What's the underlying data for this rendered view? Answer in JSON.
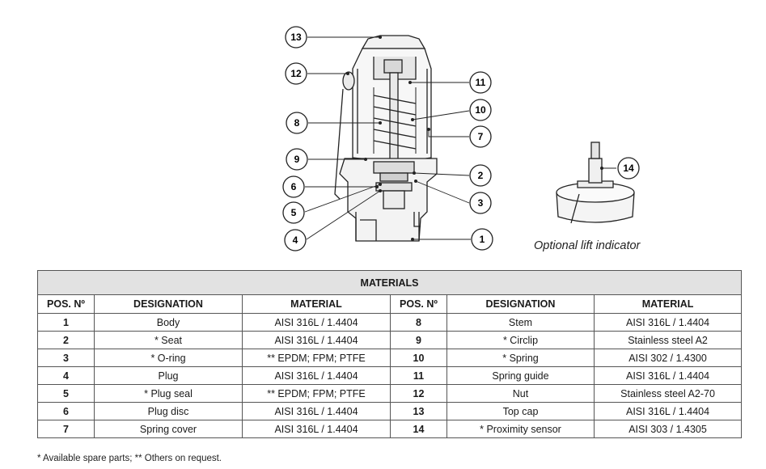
{
  "caption": "Optional lift indicator",
  "callouts": [
    "1",
    "2",
    "3",
    "4",
    "5",
    "6",
    "7",
    "8",
    "9",
    "10",
    "11",
    "12",
    "13",
    "14"
  ],
  "table": {
    "title": "MATERIALS",
    "headers": [
      "POS. Nº",
      "DESIGNATION",
      "MATERIAL",
      "POS. Nº",
      "DESIGNATION",
      "MATERIAL"
    ],
    "rows": [
      [
        "1",
        "Body",
        "AISI 316L / 1.4404",
        "8",
        "Stem",
        "AISI 316L / 1.4404"
      ],
      [
        "2",
        "* Seat",
        "AISI 316L / 1.4404",
        "9",
        "* Circlip",
        "Stainless steel A2"
      ],
      [
        "3",
        "* O-ring",
        "** EPDM; FPM; PTFE",
        "10",
        "* Spring",
        "AISI 302 / 1.4300"
      ],
      [
        "4",
        "Plug",
        "AISI 316L / 1.4404",
        "11",
        "Spring guide",
        "AISI 316L / 1.4404"
      ],
      [
        "5",
        "* Plug seal",
        "** EPDM; FPM; PTFE",
        "12",
        "Nut",
        "Stainless steel A2-70"
      ],
      [
        "6",
        "Plug disc",
        "AISI 316L / 1.4404",
        "13",
        "Top cap",
        "AISI 316L / 1.4404"
      ],
      [
        "7",
        "Spring cover",
        "AISI 316L / 1.4404",
        "14",
        "* Proximity sensor",
        "AISI 303 / 1.4305"
      ]
    ]
  },
  "footnote": "* Available spare parts; ** Others on request."
}
